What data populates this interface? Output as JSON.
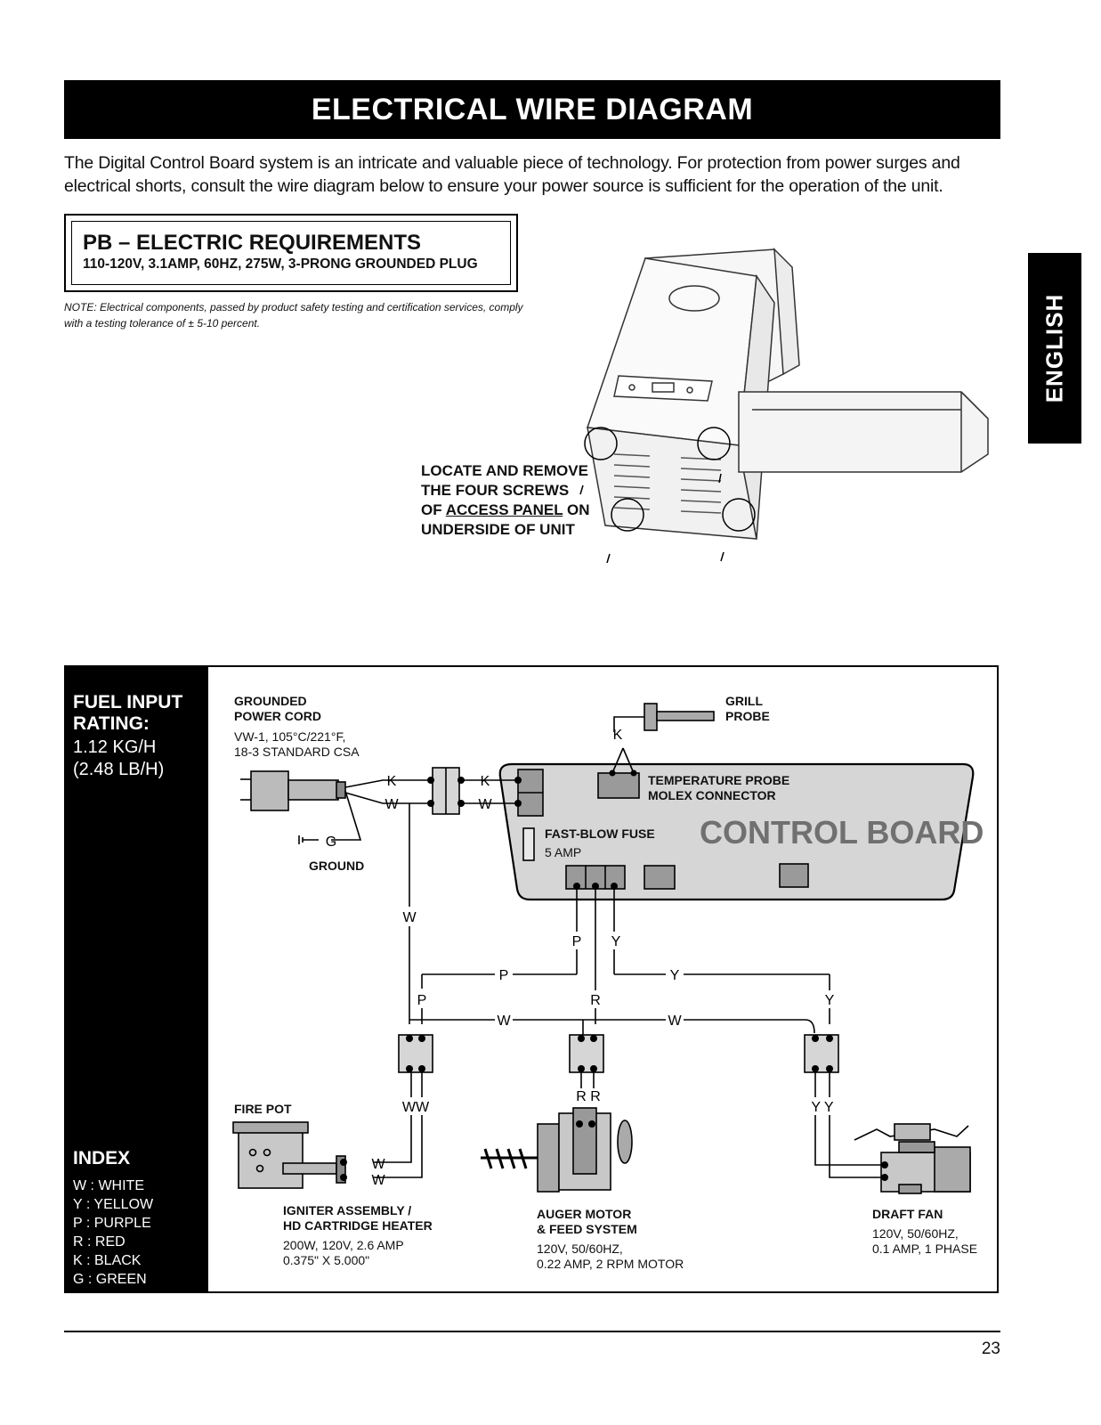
{
  "header": {
    "title": "ELECTRICAL WIRE DIAGRAM"
  },
  "intro": "The Digital Control Board system is an intricate and valuable piece of technology. For protection from power surges and electrical shorts, consult the wire diagram below to ensure your power source is sufficient for the operation of the unit.",
  "requirements": {
    "title": "PB – ELECTRIC REQUIREMENTS",
    "spec": "110-120V, 3.1AMP, 60HZ, 275W, 3-PRONG GROUNDED PLUG",
    "note_line1": "NOTE: Electrical components, passed by product safety testing and certification services, comply",
    "note_line2": "with a testing tolerance of ± 5-10 percent."
  },
  "language_tab": "ENGLISH",
  "locate": {
    "line1": "LOCATE AND REMOVE",
    "line2": "THE FOUR SCREWS",
    "line3_pre": "OF ",
    "line3_link": "ACCESS PANEL",
    "line3_post": " ON",
    "line4": "UNDERSIDE OF UNIT"
  },
  "sidebar": {
    "fuel_title_1": "FUEL INPUT",
    "fuel_title_2": "RATING:",
    "fuel_value_1": "1.12 KG/H",
    "fuel_value_2": "(2.48 LB/H)",
    "index_title": "INDEX",
    "index_items": [
      "W : WHITE",
      "Y : YELLOW",
      "P : PURPLE",
      "R : RED",
      "K : BLACK",
      "G : GREEN"
    ]
  },
  "diagram": {
    "power_cord_title_1": "GROUNDED",
    "power_cord_title_2": "POWER CORD",
    "power_cord_spec_1": "VW-1, 105°C/221°F,",
    "power_cord_spec_2": "18-3 STANDARD CSA",
    "ground": "GROUND",
    "grill_probe_1": "GRILL",
    "grill_probe_2": "PROBE",
    "temp_probe_1": "TEMPERATURE PROBE",
    "temp_probe_2": "MOLEX CONNECTOR",
    "fuse_title": "FAST-BLOW FUSE",
    "fuse_value": "5 AMP",
    "control_board": "CONTROL BOARD",
    "fire_pot": "FIRE POT",
    "igniter_title_1": "IGNITER ASSEMBLY /",
    "igniter_title_2": "HD CARTRIDGE HEATER",
    "igniter_spec_1": "200W, 120V, 2.6 AMP",
    "igniter_spec_2": "0.375\" X 5.000\"",
    "auger_title_1": "AUGER MOTOR",
    "auger_title_2": "& FEED SYSTEM",
    "auger_spec_1": "120V, 50/60HZ,",
    "auger_spec_2": "0.22 AMP, 2 RPM MOTOR",
    "fan_title": "DRAFT FAN",
    "fan_spec_1": "120V, 50/60HZ,",
    "fan_spec_2": "0.1 AMP, 1 PHASE",
    "wire_labels": {
      "k": "K",
      "w": "W",
      "g": "G",
      "p": "P",
      "y": "Y",
      "r": "R",
      "ww": "WW",
      "rr": "R R",
      "yy": "Y Y"
    }
  },
  "footer": {
    "page_number": "23"
  }
}
